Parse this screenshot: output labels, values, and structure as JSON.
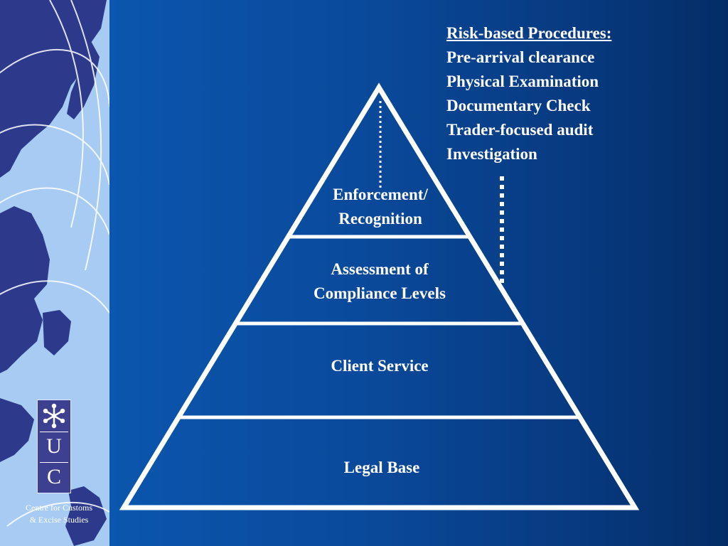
{
  "risk_procedures": {
    "heading": "Risk-based Procedures:",
    "items": [
      "Pre-arrival clearance",
      "Physical Examination",
      "Documentary Check",
      "Trader-focused audit",
      "Investigation"
    ]
  },
  "pyramid": {
    "tiers": [
      {
        "line1": "Enforcement/",
        "line2": "Recognition"
      },
      {
        "line1": "Assessment of",
        "line2": "Compliance Levels"
      },
      {
        "line1": "Client Service",
        "line2": ""
      },
      {
        "line1": "Legal Base",
        "line2": ""
      }
    ]
  },
  "logo": {
    "letters": [
      "U",
      "C"
    ],
    "caption_line1": "Centre for Customs",
    "caption_line2": "& Excise Studies"
  },
  "colors": {
    "background": "#0a4a9c",
    "strip": "#a7cbf2",
    "map_land": "#2d3a8c",
    "logo": "#3d3f91",
    "lines": "#ffffff"
  },
  "icons": [
    "snowflake-logo-icon"
  ]
}
